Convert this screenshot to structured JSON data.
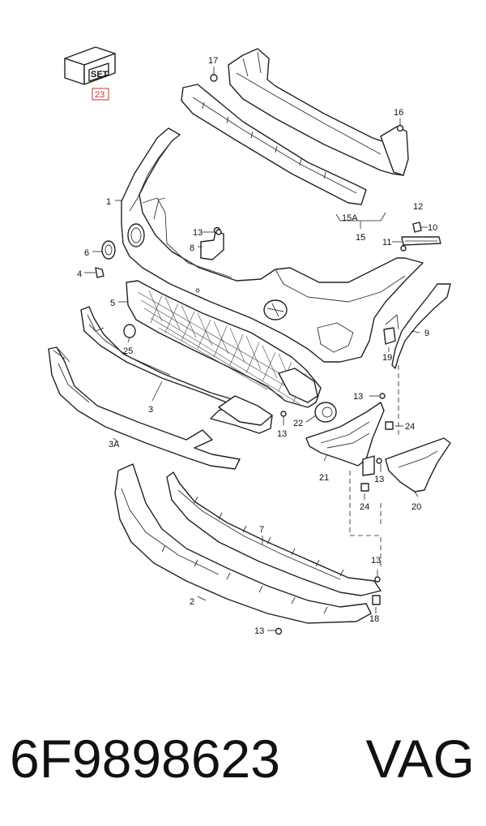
{
  "part_number": "6F9898623",
  "brand": "VAG",
  "set_box": {
    "text": "SET",
    "label": "23",
    "label_color": "#c0392b"
  },
  "callouts": {
    "c1": "1",
    "c2": "2",
    "c3": "3",
    "c3a": "3A",
    "c4": "4",
    "c5": "5",
    "c6": "6",
    "c7": "7",
    "c8": "8",
    "c9": "9",
    "c10": "10",
    "c11": "11",
    "c12": "12",
    "c13a": "13",
    "c13b": "13",
    "c13c": "13",
    "c13d": "13",
    "c13e": "13",
    "c13f": "13",
    "c15": "15",
    "c15a": "15A",
    "c16": "16",
    "c17": "17",
    "c18": "18",
    "c19": "19",
    "c20": "20",
    "c21": "21",
    "c22": "22",
    "c24a": "24",
    "c24b": "24",
    "c25": "25"
  }
}
